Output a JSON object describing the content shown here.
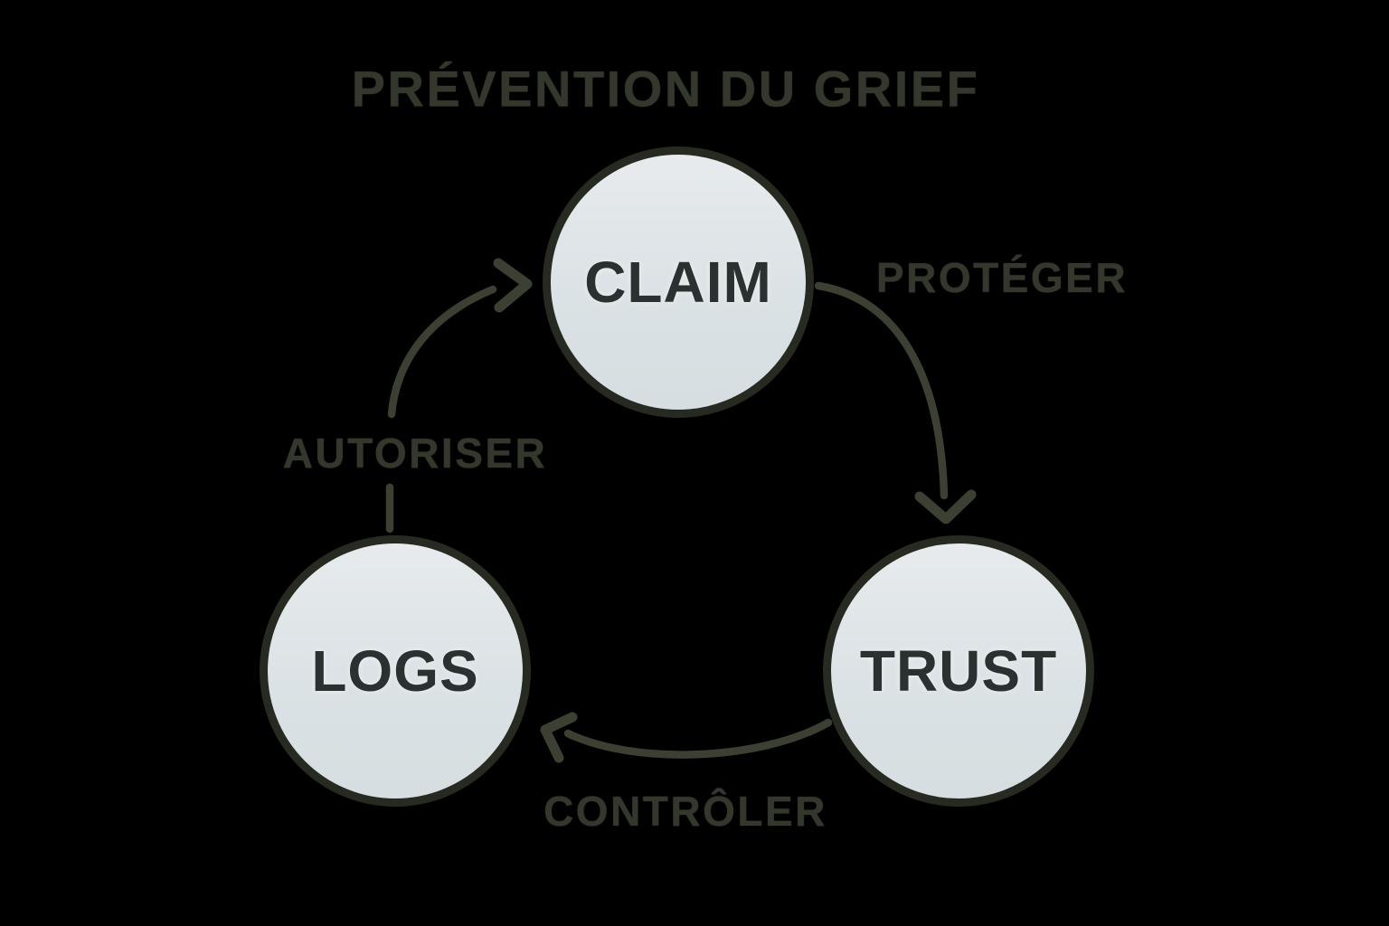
{
  "title": "PRÉVENTION DU GRIEF",
  "nodes": [
    {
      "id": "claim",
      "label": "CLAIM"
    },
    {
      "id": "trust",
      "label": "TRUST"
    },
    {
      "id": "logs",
      "label": "LOGS"
    }
  ],
  "edges": [
    {
      "from": "claim",
      "to": "trust",
      "label": "PROTÉGER"
    },
    {
      "from": "trust",
      "to": "logs",
      "label": "CONTRÔLER"
    },
    {
      "from": "logs",
      "to": "claim",
      "label": "AUTORISER"
    }
  ],
  "colors": {
    "background": "#000000",
    "node_fill": "#dce3e5",
    "node_border": "#262a21",
    "node_text": "#2b3031",
    "arrow_stroke": "#3c4033",
    "label_text": "#34382c"
  }
}
